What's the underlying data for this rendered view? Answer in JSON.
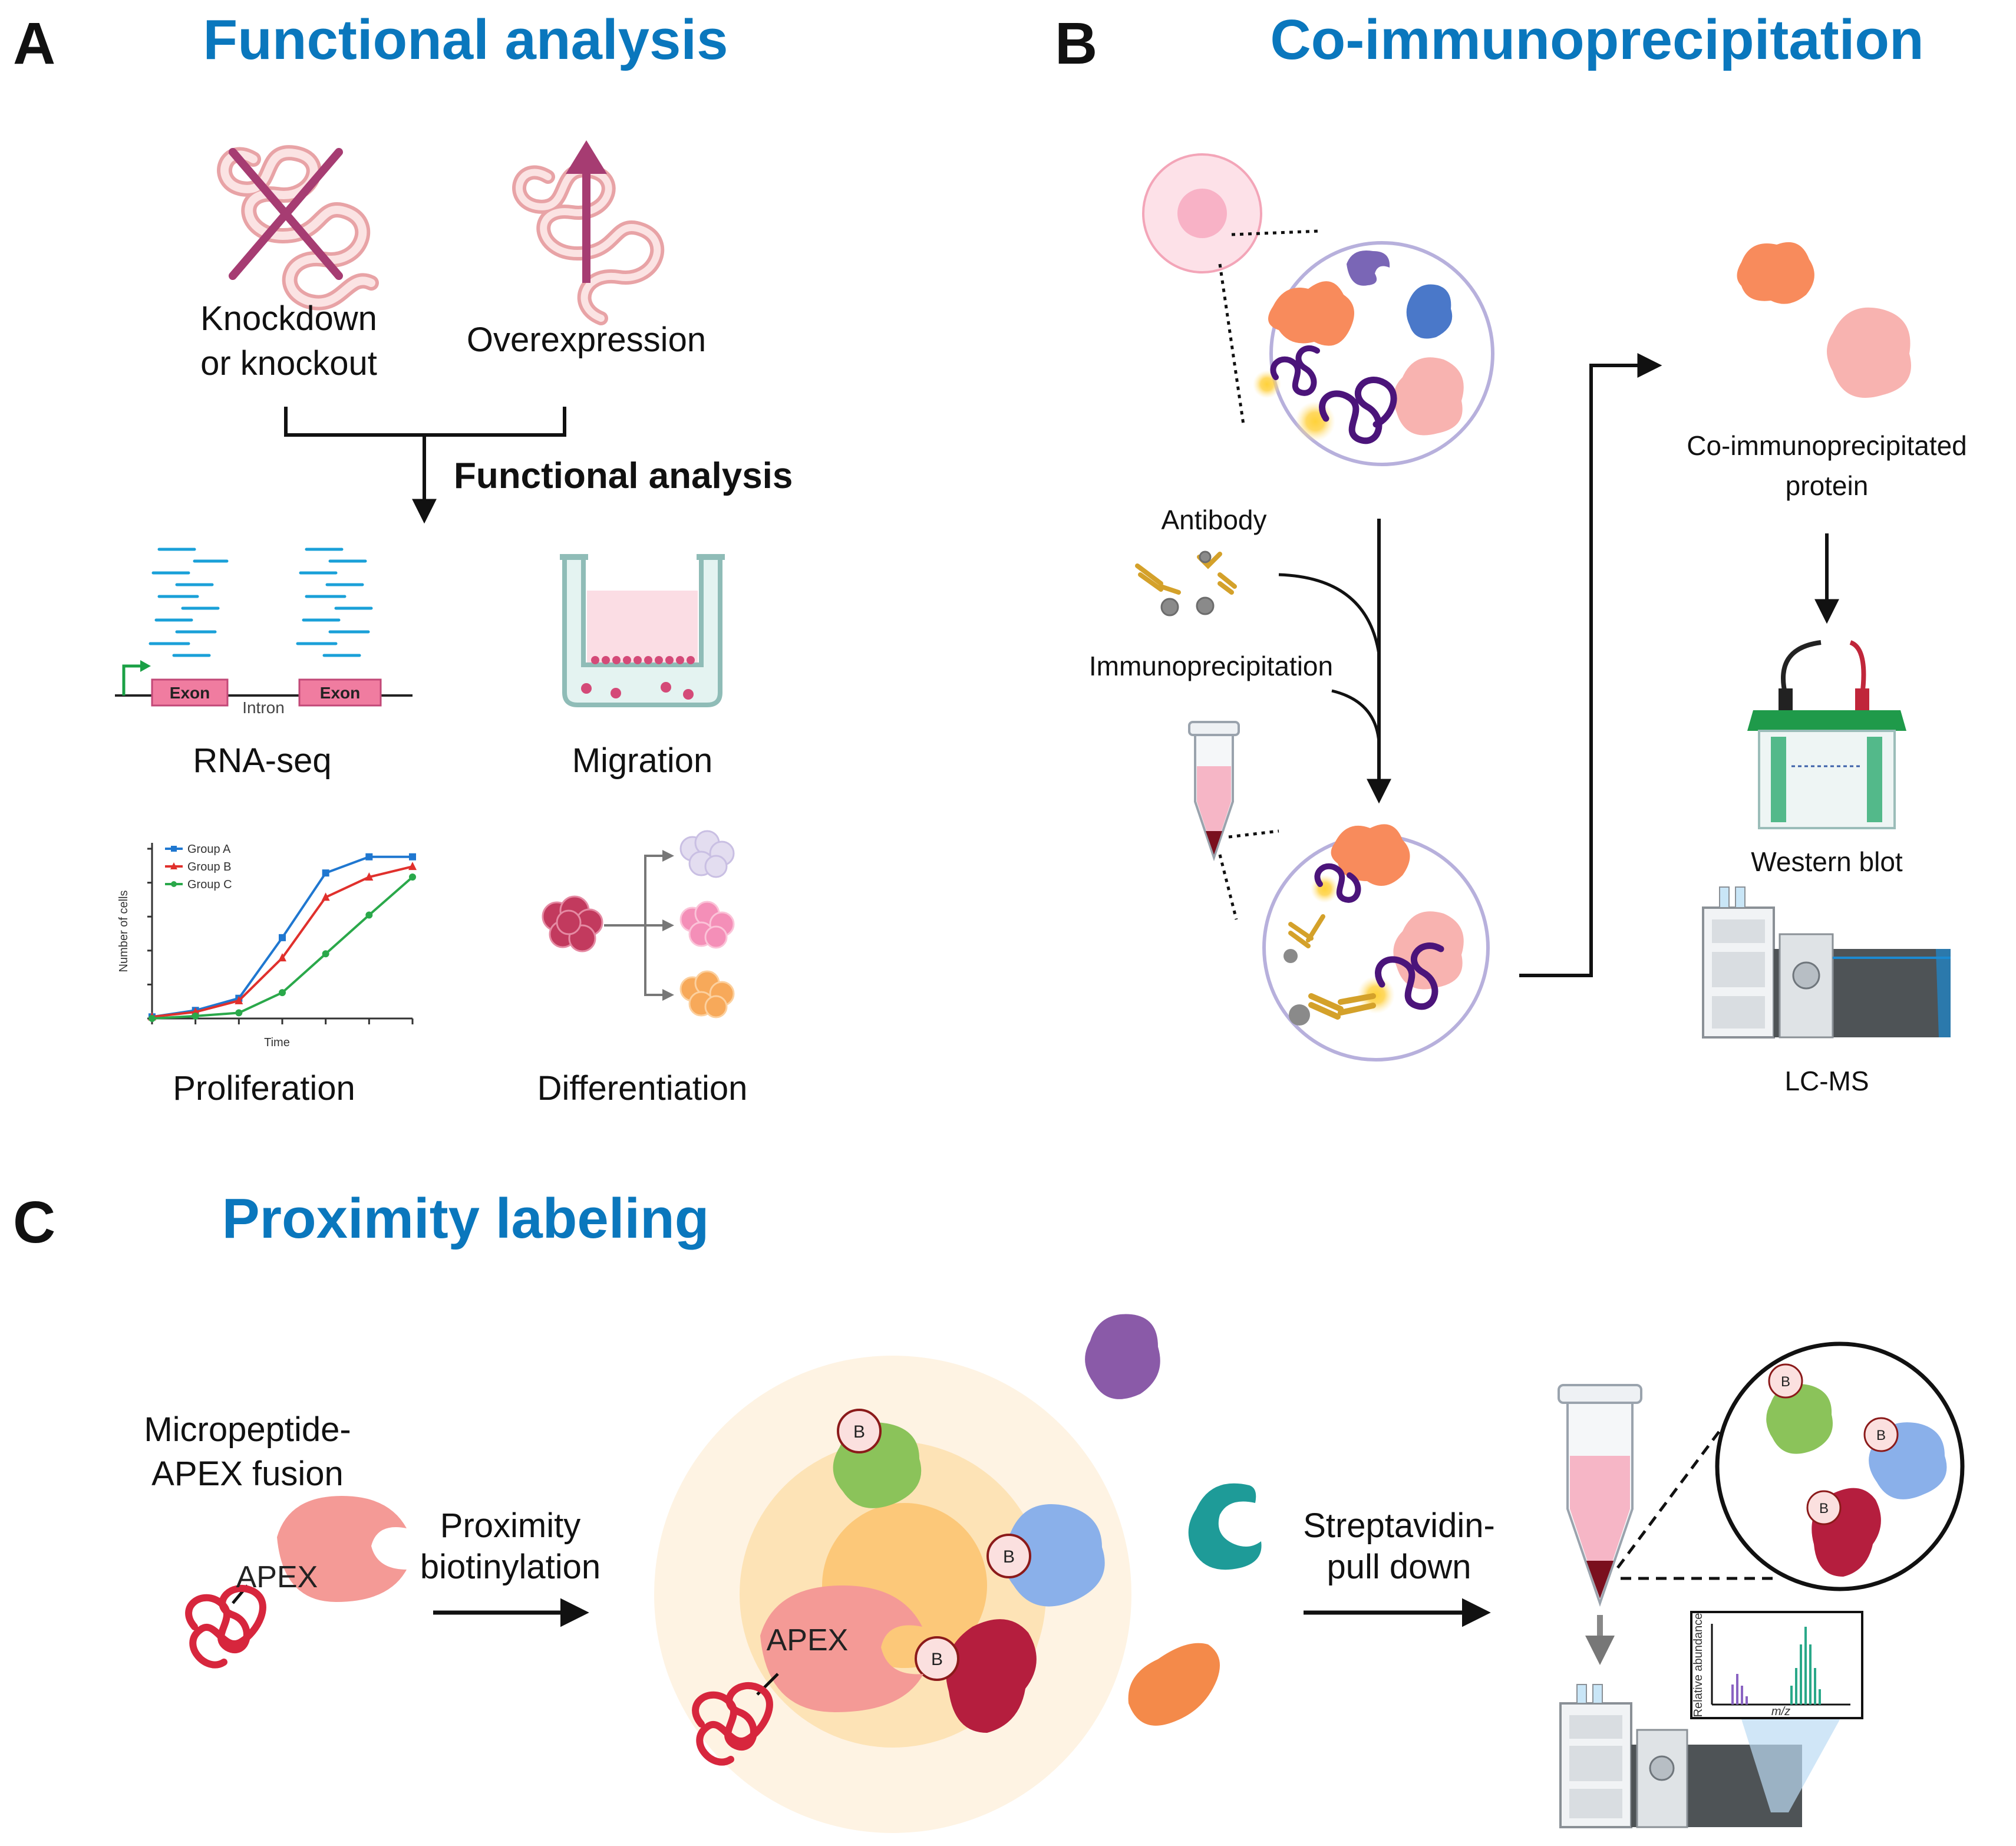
{
  "colors": {
    "title": "#0a77bd",
    "text": "#111111",
    "arrow": "#111111",
    "micropeptide": "#d7263d",
    "apex": "#f49a96"
  },
  "panel_a": {
    "letter": "A",
    "title": "Functional analysis",
    "knockdown_label": [
      "Knockdown",
      "or knockout"
    ],
    "overexpression_label": "Overexpression",
    "arrow_label": "Functional analysis",
    "rnaseq": {
      "exon1": "Exon",
      "exon2": "Exon",
      "intron": "Intron",
      "caption": "RNA-seq"
    },
    "migration_caption": "Migration",
    "proliferation": {
      "caption": "Proliferation",
      "xlabel": "Time",
      "ylabel": "Number of cells"
    },
    "differentiation_caption": "Differentiation"
  },
  "chart_data": {
    "type": "line",
    "title": "",
    "xlabel": "Time",
    "ylabel": "Number of cells",
    "x": [
      0,
      1,
      2,
      3,
      4,
      5,
      6
    ],
    "series": [
      {
        "name": "Group A",
        "color": "#1f77d0",
        "marker": "square",
        "values": [
          0.2,
          1.0,
          2.5,
          10.0,
          18.0,
          20.0,
          20.0
        ]
      },
      {
        "name": "Group B",
        "color": "#e0302c",
        "marker": "triangle",
        "values": [
          0.2,
          0.8,
          2.2,
          7.5,
          15.0,
          17.5,
          18.8
        ]
      },
      {
        "name": "Group C",
        "color": "#2aa84a",
        "marker": "circle",
        "values": [
          0.0,
          0.3,
          0.7,
          3.2,
          8.0,
          12.8,
          17.5
        ]
      }
    ],
    "ylim": [
      0,
      21
    ],
    "legend": "top-left",
    "grid": false
  },
  "panel_b": {
    "letter": "B",
    "title": "Co-immunoprecipitation",
    "antibody_label": "Antibody",
    "ip_label": "Immunoprecipitation",
    "coip_label": [
      "Co-immunoprecipitated",
      "protein"
    ],
    "western_caption": "Western blot",
    "lcms_caption": "LC-MS"
  },
  "panel_c": {
    "letter": "C",
    "title": "Proximity labeling",
    "fusion_label": [
      "Micropeptide-",
      "APEX fusion"
    ],
    "apex_label": "APEX",
    "apex_label_center": "APEX",
    "step1_label": [
      "Proximity",
      "biotinylation"
    ],
    "step2_label": [
      "Streptavidin-",
      "pull down"
    ],
    "biotin_label": "B",
    "spectrum": {
      "ylabel": "Relative abundance",
      "xlabel": "m/z"
    }
  }
}
